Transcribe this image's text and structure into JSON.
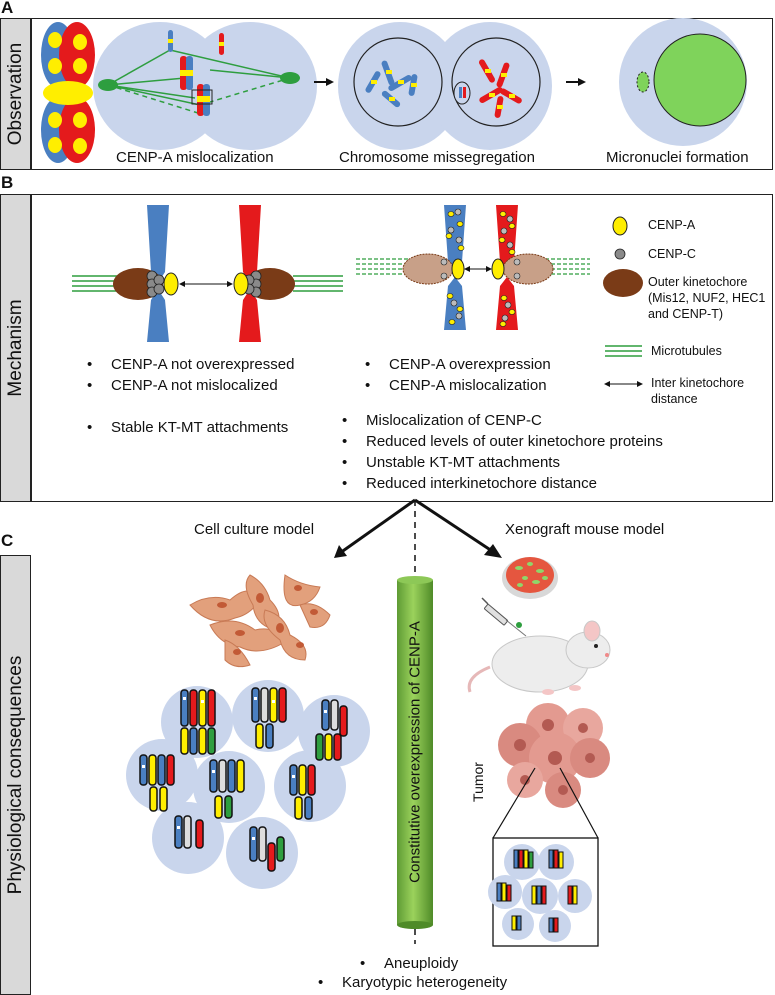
{
  "panels": {
    "a": {
      "letter": "A",
      "side_label": "Observation",
      "captions": [
        "CENP-A mislocalization",
        "Chromosome missegregation",
        "Micronuclei formation"
      ]
    },
    "b": {
      "letter": "B",
      "side_label": "Mechanism",
      "left_bullets": [
        "CENP-A not overexpressed",
        "CENP-A not mislocalized"
      ],
      "left_bullet_extra": "Stable KT-MT attachments",
      "right_bullets": [
        "CENP-A overexpression",
        "CENP-A mislocalization"
      ],
      "right_bullets_extra": [
        "Mislocalization of CENP-C",
        "Reduced levels of outer kinetochore proteins",
        "Unstable KT-MT attachments",
        "Reduced interkinetochore distance"
      ],
      "legend": {
        "cenp_a": "CENP-A",
        "cenp_c": "CENP-C",
        "outer_kt_lines": [
          "Outer kinetochore",
          "(Mis12, NUF2, HEC1",
          "and CENP-T)"
        ],
        "microtubules": "Microtubules",
        "inter_kt_lines": [
          "Inter kinetochore",
          "distance"
        ]
      }
    },
    "c": {
      "letter": "C",
      "side_label": "Physiological consequences",
      "cell_culture": "Cell culture model",
      "xenograft": "Xenograft mouse model",
      "bar_label": "Constitutive overexpression of CENP-A",
      "tumor": "Tumor",
      "bottom_bullets": [
        "Aneuploidy",
        "Karyotypic heterogeneity"
      ]
    }
  },
  "colors": {
    "blue_chromosome": "#4a7fc1",
    "red_chromosome": "#e41a1c",
    "cenp_a_yellow": "#ffee00",
    "nucleus_bg": "#c9d5ec",
    "spindle_green": "#2e9e3f",
    "micronucleus_green": "#7fd35b",
    "kinetochore_brown": "#7a3b17",
    "cell_orange": "#e2a07c",
    "bar_green": "#7cbd4a",
    "tumor_pink": "#e39a90",
    "panel_tab_grey": "#d9d9d9"
  }
}
